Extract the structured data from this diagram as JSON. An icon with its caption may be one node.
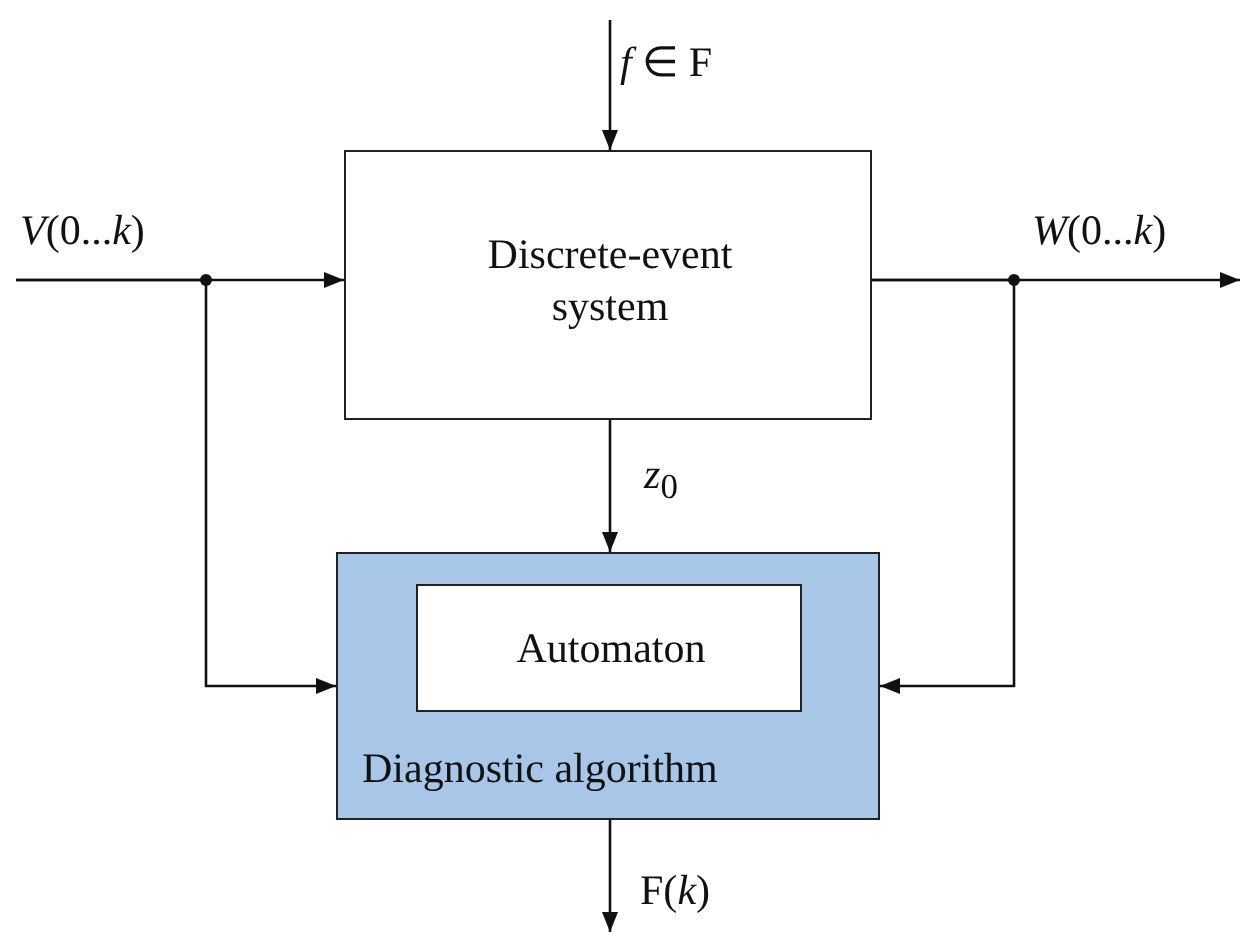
{
  "diagram": {
    "nodes": [
      {
        "text": [
          "Discrete-event system"
        ]
      },
      {
        "text": [
          "Diagnostic algorithm"
        ]
      },
      {
        "text": [
          "Automaton"
        ],
        "in": 1
      }
    ],
    "edges": [
      {
        "from": null,
        "to": 0,
        "arrow": "to",
        "label": "*f* ∈ F"
      },
      {
        "from": null,
        "to": 0,
        "arrow": "to",
        "label": "*V*(0...*k*)"
      },
      {
        "from": null,
        "to": 1,
        "arrow": "to"
      },
      {
        "from": 0,
        "to": null,
        "arrow": "to",
        "label": "*W*(0...*k*)"
      },
      {
        "from": 0,
        "to": 1,
        "arrow": "to",
        "label": "*z*$_{0}$"
      },
      {
        "from": 0,
        "to": 1,
        "arrow": "to"
      },
      {
        "from": 1,
        "to": null,
        "arrow": "to",
        "label": "F(*k*)"
      }
    ]
  }
}
